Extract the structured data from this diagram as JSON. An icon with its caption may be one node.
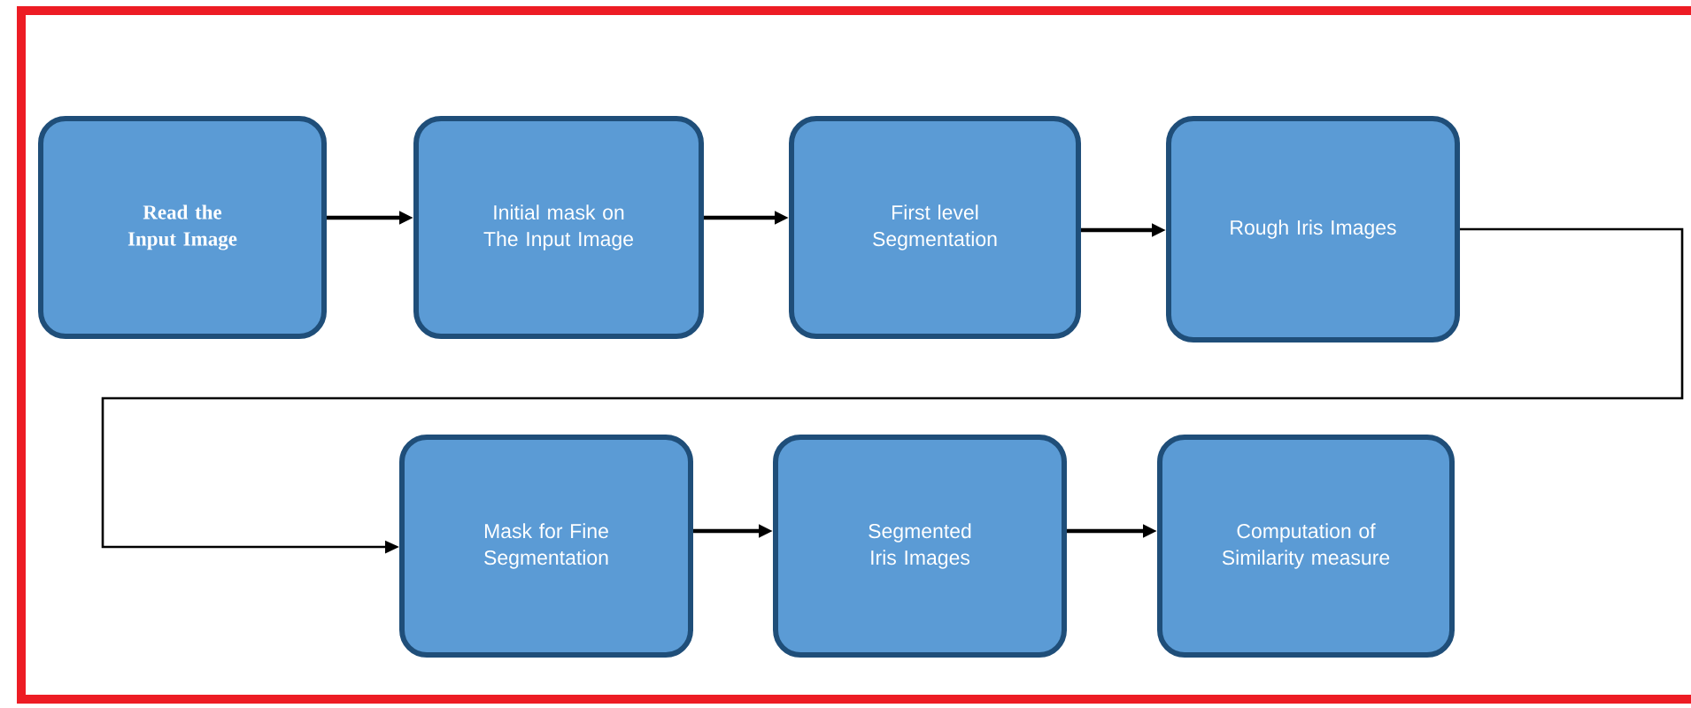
{
  "diagram": {
    "nodes": [
      {
        "text": [
          "Read the Input Image"
        ]
      },
      {
        "text": [
          "Initial mask on The Input Image"
        ]
      },
      {
        "text": [
          "First level Segmentation"
        ]
      },
      {
        "text": [
          "Rough Iris Images"
        ]
      },
      {
        "text": [
          "Mask for Fine Segmentation"
        ]
      },
      {
        "text": [
          "Segmented Iris Images"
        ]
      },
      {
        "text": [
          "Computation of Similarity measure"
        ]
      }
    ],
    "edges": [
      {
        "from": 0,
        "to": 1,
        "arrow": "to"
      },
      {
        "from": 1,
        "to": 2,
        "arrow": "to"
      },
      {
        "from": 2,
        "to": 3,
        "arrow": "to"
      },
      {
        "from": 3,
        "to": 4,
        "arrow": "to"
      },
      {
        "from": 4,
        "to": 5,
        "arrow": "to"
      },
      {
        "from": 5,
        "to": 6,
        "arrow": "to"
      }
    ]
  }
}
